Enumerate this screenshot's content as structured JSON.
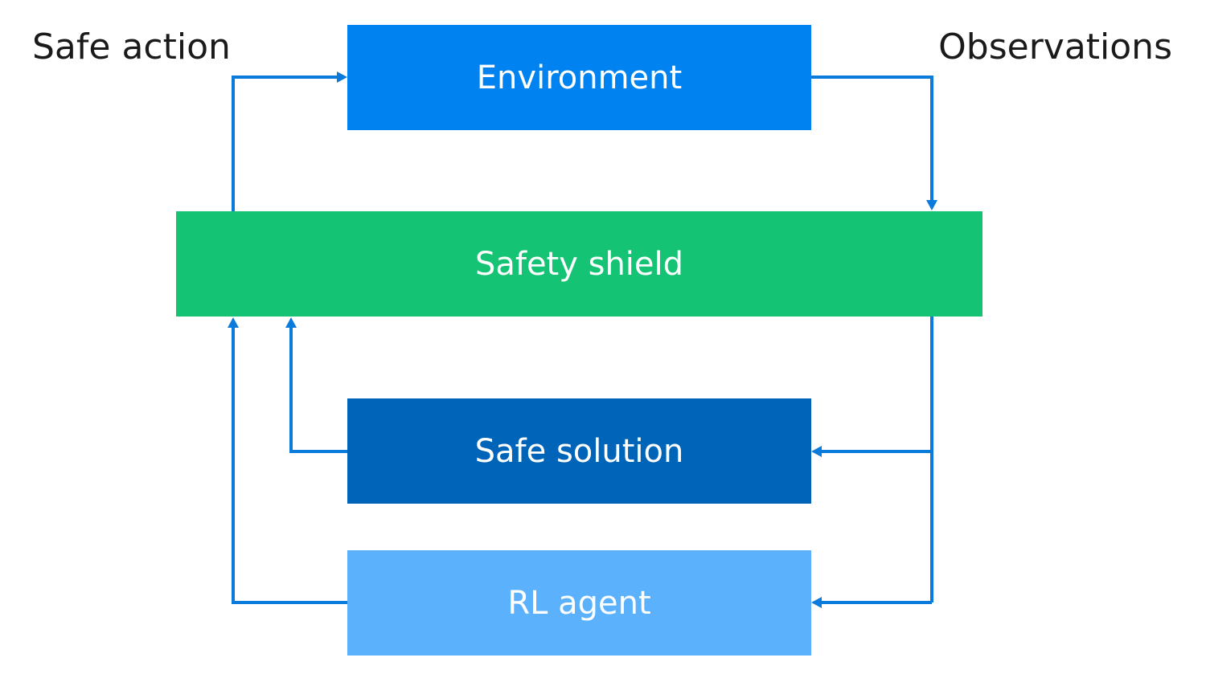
{
  "labels": {
    "safe_action": "Safe action",
    "observations": "Observations"
  },
  "blocks": {
    "environment": {
      "label": "Environment",
      "color": "#0082F0"
    },
    "safety_shield": {
      "label": "Safety shield",
      "color": "#14C373"
    },
    "safe_solution": {
      "label": "Safe solution",
      "color": "#0064B9"
    },
    "rl_agent": {
      "label": "RL agent",
      "color": "#5CB1FC"
    }
  },
  "connector_color": "#0A7ADB",
  "flows": [
    {
      "from": "safety_shield",
      "to": "environment",
      "meaning": "safe_action"
    },
    {
      "from": "environment",
      "to": "safety_shield",
      "meaning": "observations"
    },
    {
      "from": "safety_shield",
      "to": "safe_solution"
    },
    {
      "from": "safety_shield",
      "to": "rl_agent"
    },
    {
      "from": "safe_solution",
      "to": "safety_shield"
    },
    {
      "from": "rl_agent",
      "to": "safety_shield"
    }
  ]
}
